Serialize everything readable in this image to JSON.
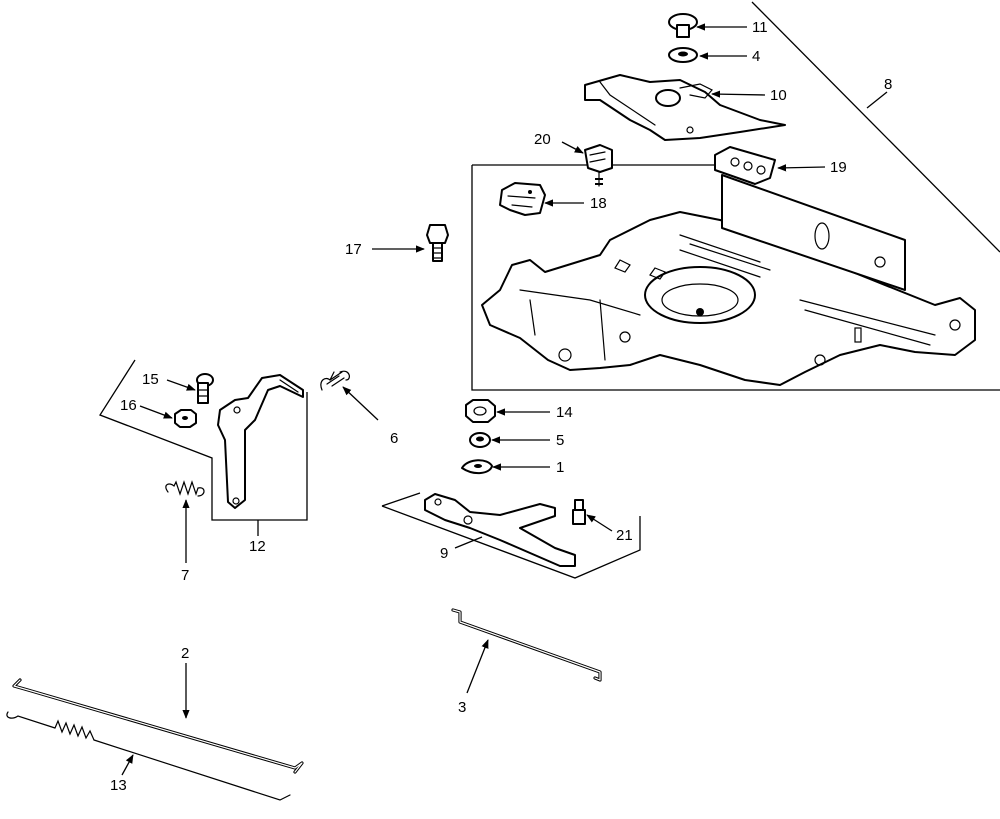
{
  "labels": {
    "p1": "1",
    "p2": "2",
    "p3": "3",
    "p4": "4",
    "p5": "5",
    "p6": "6",
    "p7": "7",
    "p8": "8",
    "p9": "9",
    "p10": "10",
    "p11": "11",
    "p12": "12",
    "p13": "13",
    "p14": "14",
    "p15": "15",
    "p16": "16",
    "p17": "17",
    "p18": "18",
    "p19": "19",
    "p20": "20",
    "p21": "21"
  },
  "colors": {
    "ink": "#000000",
    "paper": "#ffffff"
  }
}
